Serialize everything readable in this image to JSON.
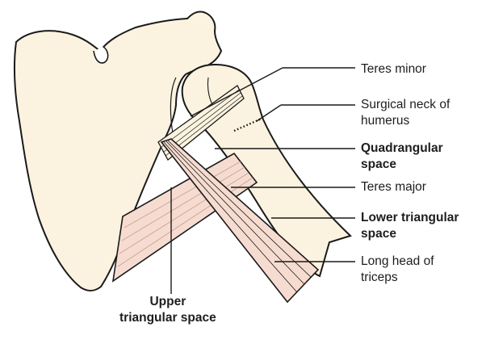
{
  "labels": {
    "teres_minor": {
      "line1": "Teres minor"
    },
    "surgical_neck": {
      "line1": "Surgical neck of",
      "line2": "humerus"
    },
    "quadrangular": {
      "line1": "Quadrangular",
      "line2": "space"
    },
    "teres_major": {
      "line1": "Teres major"
    },
    "lower_triangular": {
      "line1": "Lower triangular",
      "line2": "space"
    },
    "long_head": {
      "line1": "Long head of",
      "line2": "triceps"
    },
    "upper_triangular": {
      "line1": "Upper",
      "line2": "triangular space"
    }
  },
  "colors": {
    "bone": "#fbf3df",
    "muscle": "#f6dcd0",
    "outline": "#1a1a1a"
  }
}
